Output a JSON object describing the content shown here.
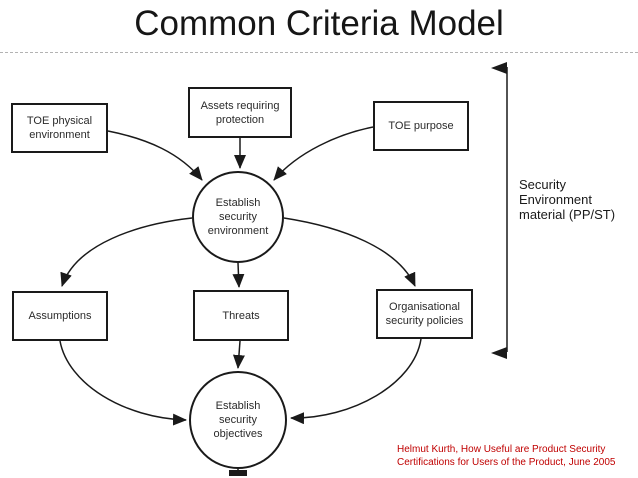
{
  "slide": {
    "title": "Common Criteria Model",
    "citation": {
      "line1": "Helmut Kurth, How Useful are Product Security",
      "line2": "Certifications for Users of the Product, June 2005"
    }
  },
  "diagram": {
    "boxes": {
      "toe_physical": "TOE physical environment",
      "assets": "Assets requiring protection",
      "toe_purpose": "TOE purpose",
      "assumptions": "Assumptions",
      "threats": "Threats",
      "org_policies": "Organisational security policies"
    },
    "circles": {
      "establish_environment": "Establish security environment",
      "establish_objectives": "Establish security objectives"
    },
    "side_label": {
      "line1": "Security",
      "line2": "Environment",
      "line3": "material (PP/ST)"
    },
    "colors": {
      "stroke": "#1a1a1a",
      "citation": "#c00000"
    }
  }
}
